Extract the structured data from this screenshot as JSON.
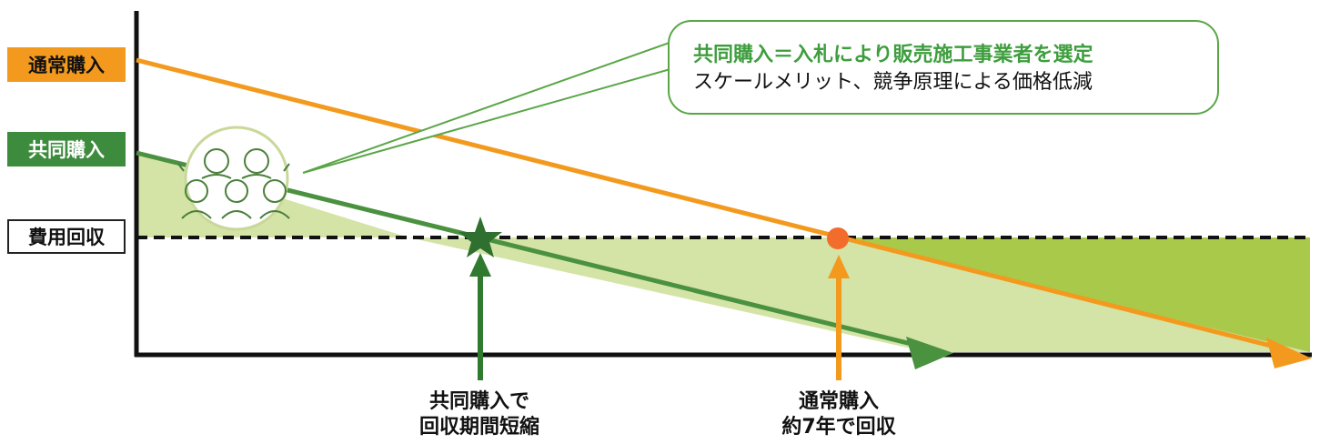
{
  "labels": {
    "regular_purchase": "通常購入",
    "joint_purchase": "共同購入",
    "cost_recovery": "費用回収"
  },
  "callout": {
    "line1": "共同購入＝入札により販売施工事業者を選定",
    "line2": "スケールメリット、競争原理による価格低減"
  },
  "annotations": {
    "joint": {
      "line1": "共同購入で",
      "line2": "回収期間短縮"
    },
    "regular": {
      "line1": "通常購入",
      "line2": "約7年で回収"
    }
  },
  "colors": {
    "orange": "#f39a1e",
    "dark_green": "#3d8b3d",
    "light_green_fill": "#d4e3a6",
    "mid_green_fill": "#a9c94a",
    "callout_border": "#5aa647",
    "axis": "#111111",
    "recovery_dot": "#f26d2b"
  },
  "icons": {
    "people": "group-of-people-icon",
    "star": "star-icon",
    "dot": "recovery-point-dot"
  }
}
